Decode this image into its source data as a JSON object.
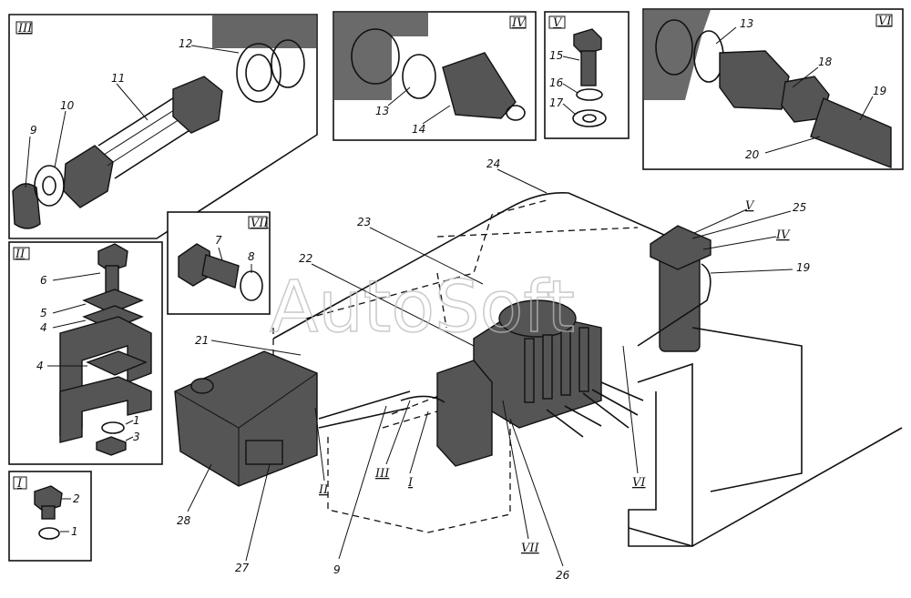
{
  "watermark": "AutoSoft",
  "insets": {
    "III": {
      "label": "III",
      "callouts": [
        "9",
        "10",
        "11",
        "12"
      ]
    },
    "IV": {
      "label": "IV",
      "callouts": [
        "13",
        "14"
      ]
    },
    "V": {
      "label": "V",
      "callouts": [
        "15",
        "16",
        "17"
      ]
    },
    "VI": {
      "label": "VI",
      "callouts": [
        "13",
        "18",
        "19",
        "20"
      ]
    },
    "VII": {
      "label": "VII",
      "callouts": [
        "7",
        "8"
      ]
    },
    "II": {
      "label": "II",
      "callouts": [
        "6",
        "5",
        "4",
        "4",
        "1",
        "3"
      ]
    },
    "I": {
      "label": "I",
      "callouts": [
        "2",
        "1"
      ]
    }
  },
  "main": {
    "callouts": [
      "24",
      "23",
      "22",
      "21",
      "25",
      "19",
      "28",
      "27",
      "9",
      "26"
    ],
    "view_refs": [
      "V",
      "IV",
      "II",
      "III",
      "I",
      "VI",
      "VII"
    ]
  }
}
